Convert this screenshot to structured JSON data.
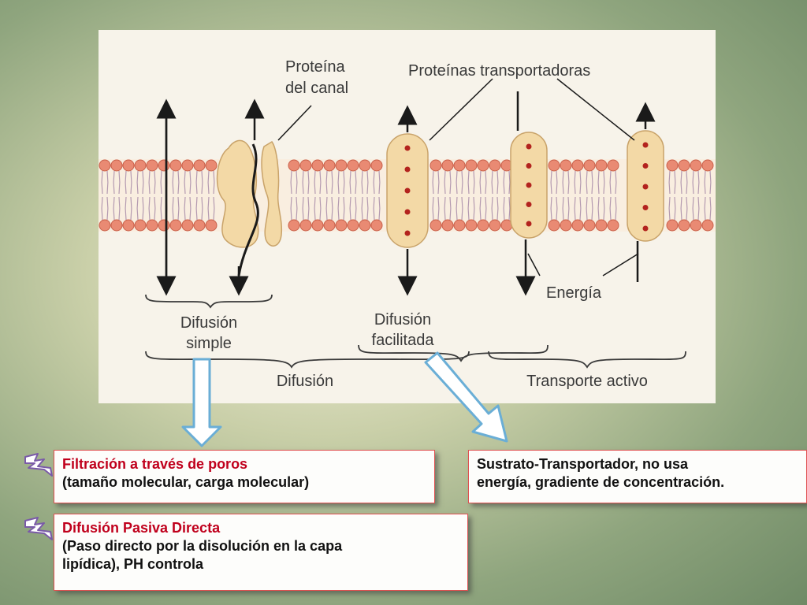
{
  "diagram": {
    "labels": {
      "channel_protein": [
        "Proteína",
        "del canal"
      ],
      "carrier_proteins": "Proteínas transportadoras",
      "energy": "Energía",
      "simple_diffusion": [
        "Difusión",
        "simple"
      ],
      "facilitated_diffusion": [
        "Difusión",
        "facilitada"
      ],
      "diffusion": "Difusión",
      "active_transport": "Transporte activo"
    }
  },
  "boxes": {
    "filtration": {
      "title": "Filtración a través de poros",
      "detail": "(tamaño molecular, carga molecular)"
    },
    "passive": {
      "title": "Difusión Pasiva Directa",
      "detail_1": "(Paso directo por la disolución en la capa",
      "detail_2": "lipídica), PH controla"
    },
    "carrier": {
      "line_1": "Sustrato-Transportador, no usa",
      "line_2": "energía, gradiente de concentración."
    }
  },
  "colors": {
    "accent_red": "#c0001c",
    "box_border": "#e05050",
    "arrow_blue": "#6aaed6",
    "bolt_purple": "#7a5aa8",
    "lipid_head": "#e98a73",
    "protein": "#f3d9a6"
  },
  "icons": [
    "lightning-bolt-icon",
    "down-arrow-icon",
    "diagonal-arrow-icon"
  ]
}
